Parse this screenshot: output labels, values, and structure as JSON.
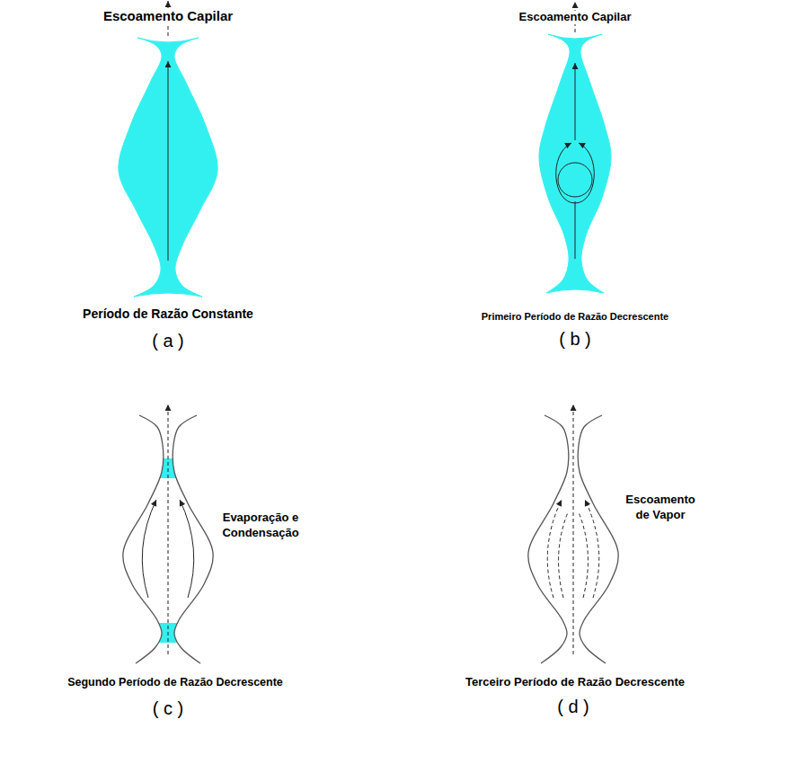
{
  "diagram": {
    "labels": [
      "Escoamento Capilar",
      "Período de Razão Constante",
      "( a )",
      "Escoamento Capilar",
      "Primeiro Período de Razão Decrescente",
      "( b )",
      "Evaporação e Condensação",
      "Segundo Período de Razão Decrescente",
      "( c )",
      "Escoamento de Vapor",
      "Terceiro Período de Razão Decrescente",
      "( d )"
    ]
  }
}
